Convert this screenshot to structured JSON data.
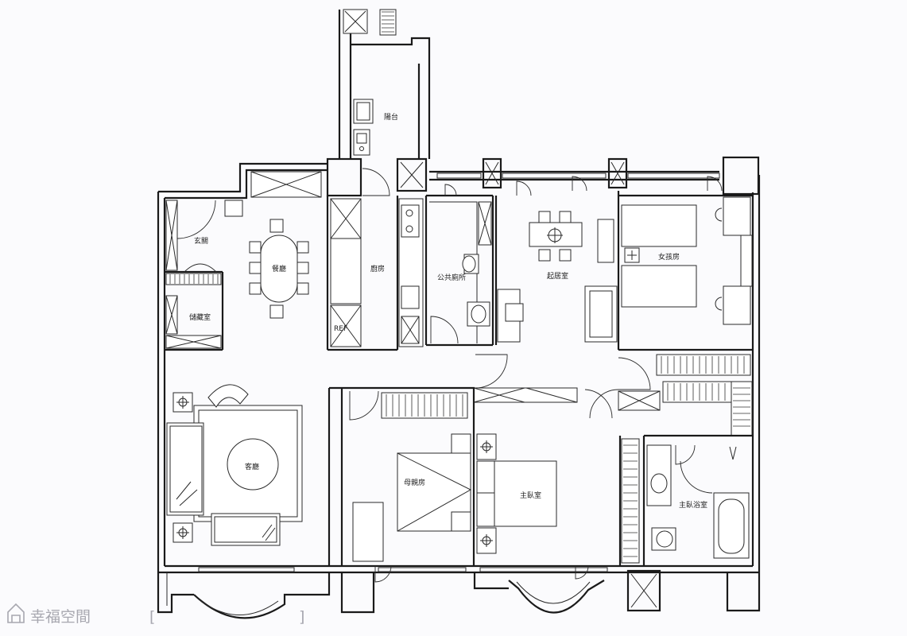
{
  "rooms": {
    "balcony": "陽台",
    "entrance": "玄關",
    "dining": "餐廳",
    "kitchen": "廚房",
    "public_bath": "公共廁所",
    "family_room": "起居室",
    "girls_room": "女孩房",
    "storage": "儲藏室",
    "living": "客廳",
    "parents_room": "母親房",
    "master_bedroom": "主臥室",
    "master_bath": "主臥浴室"
  },
  "appliances": {
    "fridge": "REF"
  },
  "watermark": {
    "brand": "幸福空間",
    "bracket_open": "[",
    "bracket_close": "]"
  }
}
